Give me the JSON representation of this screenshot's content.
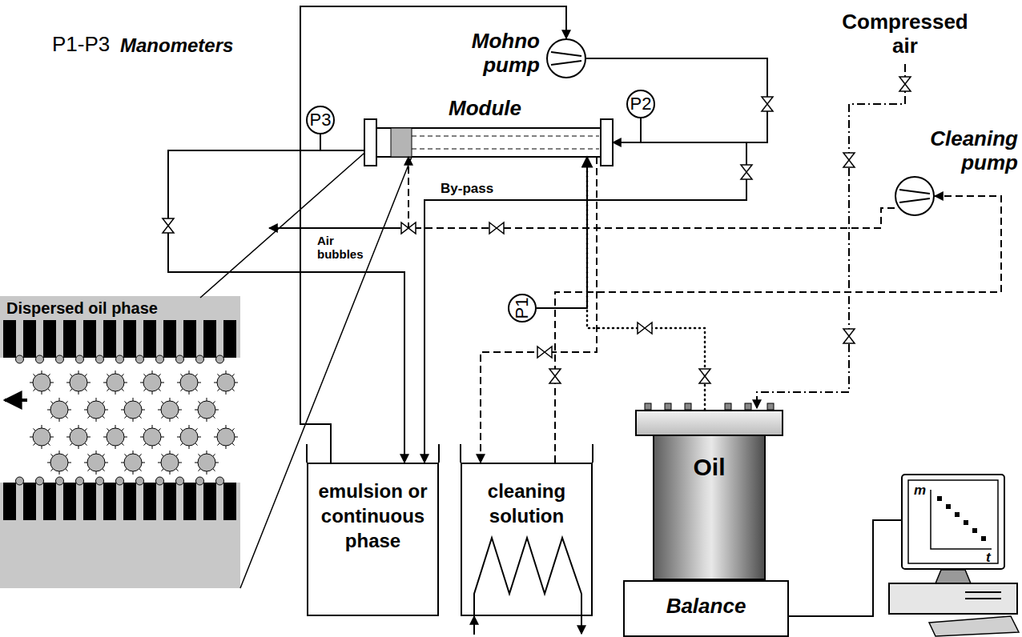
{
  "diagram": {
    "nodes": [
      {
        "text": [
          "P3"
        ]
      },
      {
        "text": [
          "Mohno pump"
        ]
      },
      {
        "text": [
          "Module"
        ]
      },
      {
        "text": [
          "P2"
        ]
      },
      {
        "text": [
          "Cleaning pump"
        ]
      },
      {
        "text": [
          "P1"
        ]
      },
      {
        "text": [
          "emulsion or continuous phase"
        ]
      },
      {
        "text": [
          "cleaning solution"
        ]
      },
      {
        "text": [
          "Oil"
        ]
      },
      {
        "text": [
          "Balance"
        ]
      },
      {
        "text": [
          "m",
          "t"
        ]
      }
    ],
    "edges": [
      {
        "from": 6,
        "to": 1,
        "arrow": "to"
      },
      {
        "from": 1,
        "to": 2,
        "arrow": "to"
      },
      {
        "from": 2,
        "to": 6,
        "arrow": "to"
      },
      {
        "from": 1,
        "to": 6,
        "arrow": "to",
        "label": "By-pass"
      },
      {
        "from": 8,
        "to": 2,
        "arrow": "to"
      },
      {
        "from": 7,
        "to": 4,
        "arrow": "to"
      },
      {
        "from": 4,
        "to": 2,
        "arrow": "to"
      },
      {
        "from": 2,
        "to": 7,
        "arrow": "to"
      },
      {
        "from": 0,
        "to": 2,
        "arrow": "none"
      },
      {
        "from": 3,
        "to": 2,
        "arrow": "none"
      },
      {
        "from": 5,
        "to": 2,
        "arrow": "none"
      },
      {
        "from": 9,
        "to": 10,
        "arrow": "none"
      }
    ],
    "labels": [
      "P1-P3",
      "Manometers",
      "Compressed air",
      "Air bubbles",
      "Dispersed oil phase"
    ]
  }
}
